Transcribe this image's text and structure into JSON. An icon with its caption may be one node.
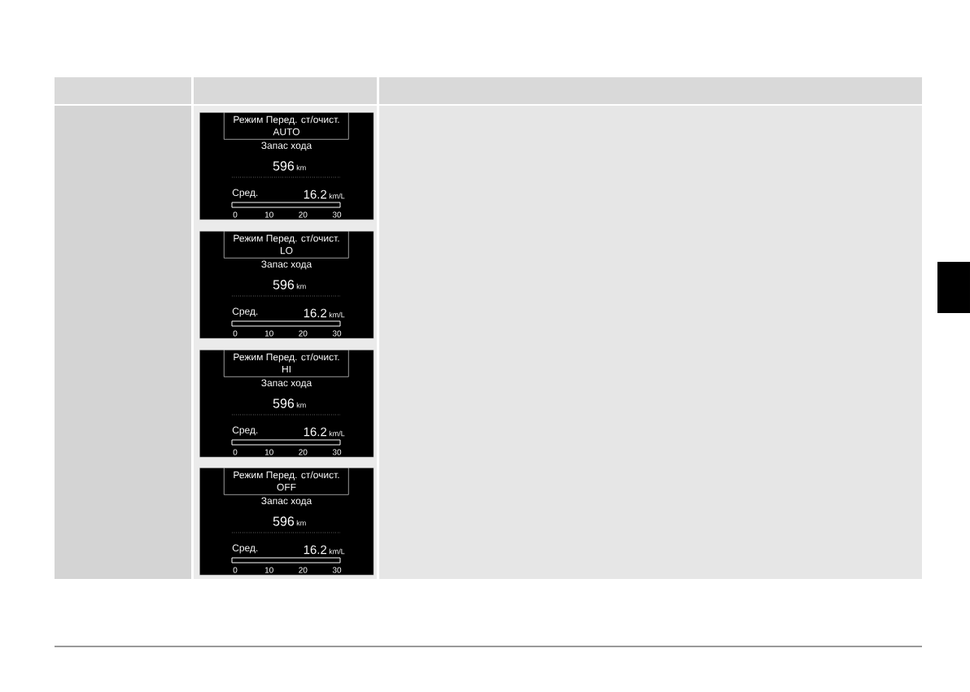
{
  "diagram": {
    "nodes": [
      {
        "text": [
          "Запас хода",
          "596",
          "km",
          "Сред.",
          "16.2",
          "km/L",
          "0",
          "10",
          "20",
          "30"
        ]
      },
      {
        "text": [
          "Режим Перед. ст/очист.",
          "AUTO"
        ],
        "in": 0
      },
      {
        "text": [
          "Запас хода",
          "596",
          "km",
          "Сред.",
          "16.2",
          "km/L",
          "0",
          "10",
          "20",
          "30"
        ]
      },
      {
        "text": [
          "Режим Перед. ст/очист.",
          "LO"
        ],
        "in": 2
      },
      {
        "text": [
          "Запас хода",
          "596",
          "km",
          "Сред.",
          "16.2",
          "km/L",
          "0",
          "10",
          "20",
          "30"
        ]
      },
      {
        "text": [
          "Режим Перед. ст/очист.",
          "HI"
        ],
        "in": 4
      },
      {
        "text": [
          "Запас хода",
          "596",
          "km",
          "Сред.",
          "16.2",
          "km/L",
          "0",
          "10",
          "20",
          "30"
        ]
      },
      {
        "text": [
          "Режим Перед. ст/очист.",
          "OFF"
        ],
        "in": 6
      }
    ]
  }
}
